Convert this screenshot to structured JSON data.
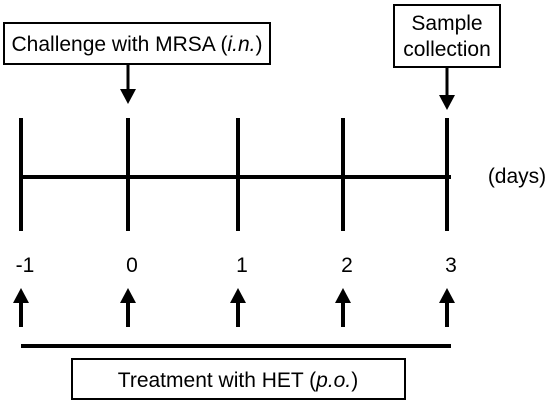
{
  "diagram": {
    "challenge_label": {
      "prefix": "Challenge with MRSA (",
      "route": "i.n.",
      "suffix": ")"
    },
    "sample_label": {
      "line1": "Sample",
      "line2": "collection"
    },
    "unit_label": "(days)",
    "days": [
      "-1",
      "0",
      "1",
      "2",
      "3"
    ],
    "treatment_label": {
      "prefix": "Treatment with HET (",
      "route": "p.o.",
      "suffix": ")"
    },
    "colors": {
      "line": "#000000",
      "box_border": "#000000",
      "background": "#ffffff"
    }
  }
}
